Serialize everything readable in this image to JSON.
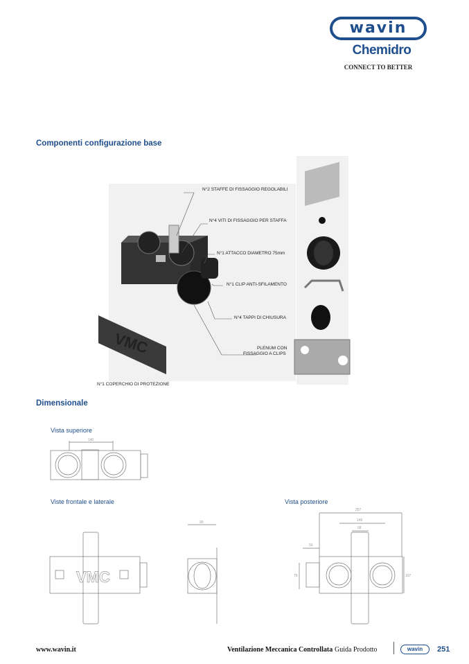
{
  "brand": {
    "logo": "wavin",
    "sublogo": "Chemidro",
    "tagline": "CONNECT TO BETTER"
  },
  "sections": {
    "components_title": "Componenti configurazione base",
    "dimensional_title": "Dimensionale"
  },
  "components": {
    "labels": [
      "N°2 STAFFE DI FISSAGGIO REGOLABILI",
      "N°4 VITI DI FISSAGGIO PER STAFFA",
      "N°1 ATTACCO DIAMETRO 75mm",
      "N°1 CLIP ANTI-SFILAMENTO",
      "N°4 TAPPI DI CHIUSURA",
      "PLENUM CON",
      "FISSAGGIO A CLIPS",
      "N°1 COPERCHIO DI PROTEZIONE"
    ],
    "cover_text": "VMC"
  },
  "views": {
    "top": {
      "title": "Vista superiore",
      "dims": [
        "140"
      ]
    },
    "front": {
      "title": "Viste frontale e laterale",
      "dims": [
        "90"
      ],
      "cover_text": "VMC"
    },
    "rear": {
      "title": "Vista posteriore",
      "dims": [
        "257",
        "145",
        "58",
        "50",
        "75",
        "107"
      ]
    }
  },
  "footer": {
    "url": "www.wavin.it",
    "doc_title": "Ventilazione Meccanica Controllata",
    "doc_subtitle": "Guida Prodotto",
    "logo": "wavin",
    "page_number": "251"
  },
  "colors": {
    "brand_blue": "#1f4e8c"
  }
}
